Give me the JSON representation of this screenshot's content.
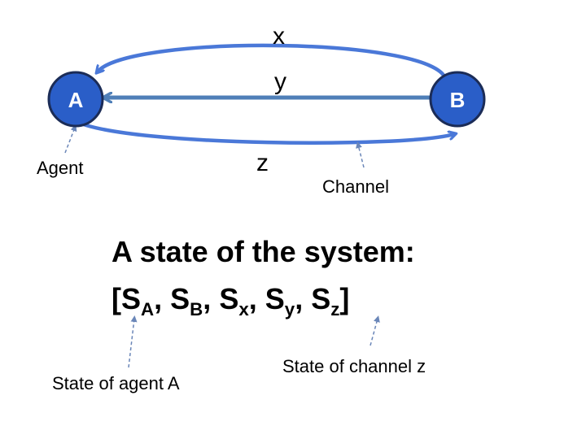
{
  "nodes": {
    "a": {
      "label": "A",
      "fill": "#2a5ec8",
      "stroke": "#1b2c57"
    },
    "b": {
      "label": "B",
      "fill": "#2a5ec8",
      "stroke": "#1b2c57"
    }
  },
  "channels": {
    "x": {
      "label": "x",
      "color": "#4a78d8"
    },
    "y": {
      "label": "y",
      "color": "#4f7fb8"
    },
    "z": {
      "label": "z",
      "color": "#4a78d8"
    }
  },
  "annotations": {
    "agent": "Agent",
    "channel": "Channel",
    "state_agent_a": "State of agent A",
    "state_channel_z": "State of channel z",
    "pointer_color": "#6a86b8"
  },
  "state": {
    "title": "A state of the system:",
    "open_bracket": "[",
    "close_bracket": "]",
    "separator": ", ",
    "symbol": "S",
    "subscripts": [
      "A",
      "B",
      "x",
      "y",
      "z"
    ]
  }
}
